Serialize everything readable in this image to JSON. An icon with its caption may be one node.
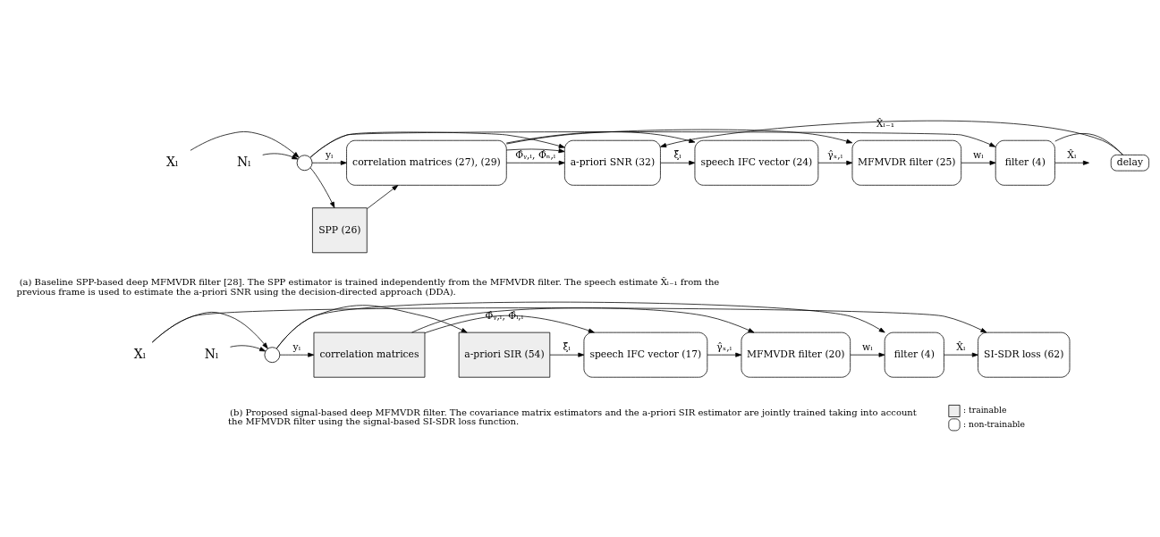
{
  "diagram": {
    "nodes": [
      {
        "text": [
          "Xₗ"
        ]
      },
      {
        "text": [
          "Nₗ"
        ]
      },
      {
        "text": [],
        "shape": "circle"
      },
      {
        "text": [
          "correlation matrices (27), (29)"
        ]
      },
      {
        "text": [
          "SPP (26)"
        ]
      },
      {
        "text": [
          "a-priori SNR (32)"
        ]
      },
      {
        "text": [
          "speech IFC vector (24)"
        ]
      },
      {
        "text": [
          "MFMVDR filter (25)"
        ]
      },
      {
        "text": [
          "filter (4)"
        ]
      },
      {
        "text": [
          "delay"
        ]
      },
      {
        "text": [
          "Xₗ"
        ]
      },
      {
        "text": [
          "Nₗ"
        ]
      },
      {
        "text": [],
        "shape": "circle"
      },
      {
        "text": [
          "correlation matrices"
        ]
      },
      {
        "text": [
          "a-priori SIR (54)"
        ]
      },
      {
        "text": [
          "speech IFC vector (17)"
        ]
      },
      {
        "text": [
          "MFMVDR filter (20)"
        ]
      },
      {
        "text": [
          "filter (4)"
        ]
      },
      {
        "text": [
          "SI-SDR loss (62)"
        ]
      }
    ],
    "edges": [
      {
        "from": 0,
        "to": 2,
        "arrow": "to"
      },
      {
        "from": 1,
        "to": 2,
        "arrow": "to"
      },
      {
        "from": 2,
        "to": 3,
        "arrow": "to",
        "label": "yₗ"
      },
      {
        "from": 2,
        "to": 4,
        "arrow": "to"
      },
      {
        "from": 2,
        "to": 5,
        "arrow": "to"
      },
      {
        "from": 2,
        "to": 8,
        "arrow": "to"
      },
      {
        "from": 4,
        "to": 3,
        "arrow": "to"
      },
      {
        "from": 3,
        "to": 5,
        "arrow": "to"
      },
      {
        "from": 3,
        "to": 5,
        "arrow": "to",
        "label": "Φ̂ᵧ,ₗ, Φ̂ₙ,ₗ"
      },
      {
        "from": 3,
        "to": 6,
        "arrow": "to"
      },
      {
        "from": 3,
        "to": 7,
        "arrow": "to"
      },
      {
        "from": 5,
        "to": 6,
        "arrow": "to",
        "label": "ξ̂ₗ"
      },
      {
        "from": 6,
        "to": 7,
        "arrow": "to",
        "label": "γ̂ₓ,ₗ"
      },
      {
        "from": 7,
        "to": 8,
        "arrow": "to",
        "label": "wₗ"
      },
      {
        "from": 8,
        "to": null,
        "arrow": "to",
        "label": "X̂ₗ"
      },
      {
        "from": 8,
        "to": 9,
        "arrow": "none"
      },
      {
        "from": 9,
        "to": 5,
        "arrow": "to",
        "label": "X̂ₗ₋₁"
      },
      {
        "from": 10,
        "to": 12,
        "arrow": "to"
      },
      {
        "from": 11,
        "to": 12,
        "arrow": "to"
      },
      {
        "from": 10,
        "to": 18,
        "arrow": "to"
      },
      {
        "from": 12,
        "to": 13,
        "arrow": "to",
        "label": "yₗ"
      },
      {
        "from": 12,
        "to": 14,
        "arrow": "to"
      },
      {
        "from": 12,
        "to": 17,
        "arrow": "to"
      },
      {
        "from": 13,
        "to": 15,
        "arrow": "to",
        "label": "Φ̂ᵧ,ₗ, Φ̂ᵢ,ₗ"
      },
      {
        "from": 13,
        "to": 16,
        "arrow": "to"
      },
      {
        "from": 14,
        "to": 15,
        "arrow": "to",
        "label": "ξ̂ₗ"
      },
      {
        "from": 15,
        "to": 16,
        "arrow": "to",
        "label": "γ̂ₓ,ₗ"
      },
      {
        "from": 16,
        "to": 17,
        "arrow": "to",
        "label": "wₗ"
      },
      {
        "from": 17,
        "to": 18,
        "arrow": "to",
        "label": "X̂ₗ"
      }
    ],
    "labels": [
      "(a) Baseline SPP-based deep MFMVDR filter [28]. The SPP estimator is trained independently from the MFMVDR filter. The speech estimate X̂ₗ₋₁ from the previous frame is used to estimate the a-priori SNR using the decision-directed approach (DDA).",
      "(b) Proposed signal-based deep MFMVDR filter. The covariance matrix estimators and the a-priori SIR estimator are jointly trained taking into account the MFMVDR filter using the signal-based SI-SDR loss function."
    ],
    "legend": [
      {
        "text": ": trainable",
        "color": "#eeeeee"
      },
      {
        "text": ": non-trainable"
      }
    ]
  }
}
